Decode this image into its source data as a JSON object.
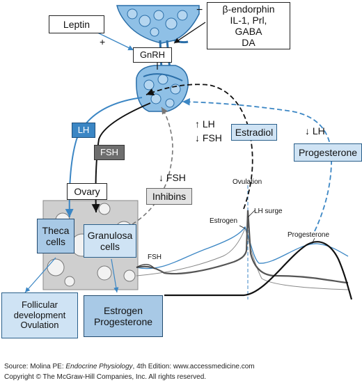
{
  "labels": {
    "leptin": "Leptin",
    "inhibitors": [
      "β-endorphin",
      "IL-1, Prl,",
      "GABA",
      "DA"
    ],
    "gnrh": "GnRH",
    "plus": "+",
    "minus": "−",
    "lh": "LH",
    "fsh": "FSH",
    "ovary": "Ovary",
    "theca": [
      "Theca",
      "cells"
    ],
    "granulosa": [
      "Granulosa",
      "cells"
    ],
    "follicular": [
      "Follicular",
      "development",
      "Ovulation"
    ],
    "estrogen_progesterone": [
      "Estrogen",
      "Progesterone"
    ],
    "estradiol": "Estradiol",
    "estradiol_effect": [
      "↑ LH",
      "↓ FSH"
    ],
    "progesterone": "Progesterone",
    "progesterone_effect": "↓ LH",
    "inhibins": "Inhibins",
    "inhibins_effect": "↓ FSH"
  },
  "cycle_graph": {
    "ovulation": "Ovulation",
    "estrogen": "Estrogen",
    "lh_surge": "LH surge",
    "progesterone": "Progesterone",
    "fsh": "FSH"
  },
  "source": {
    "line1_prefix": "Source: Molina PE: ",
    "line1_title": "Endocrine Physiology",
    "line1_suffix": ", 4th Edition: www.accessmedicine.com",
    "line2": "Copyright © The McGraw-Hill Companies, Inc. All rights reserved."
  },
  "colors": {
    "blue": "#3b86c4",
    "dark_blue": "#1e5a8e",
    "black": "#111111",
    "gray": "#777777",
    "light_blue_fill": "#cfe3f4",
    "mid_blue_fill": "#a8c9e6"
  }
}
